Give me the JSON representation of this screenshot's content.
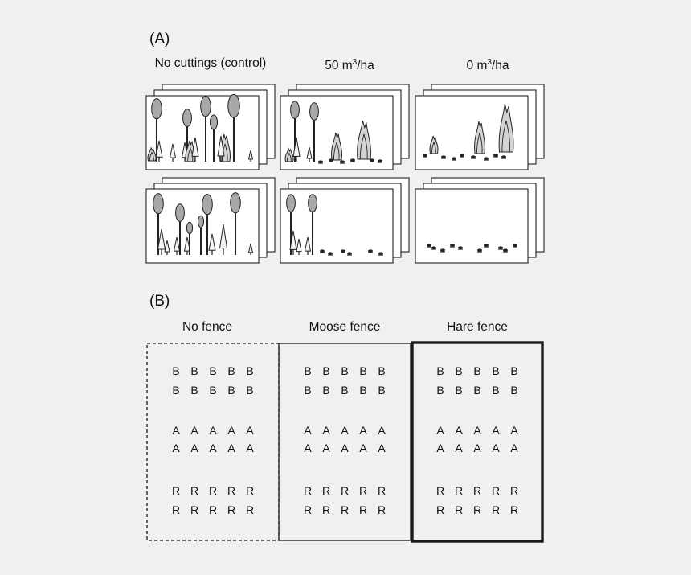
{
  "panel_a": {
    "label": "(A)",
    "columns": [
      {
        "title": "No cuttings (control)",
        "unit_sup": "",
        "unit_rest": ""
      },
      {
        "title": "50 m",
        "unit_sup": "3",
        "unit_rest": "/ha"
      },
      {
        "title": "0 m",
        "unit_sup": "3",
        "unit_rest": "/ha"
      }
    ]
  },
  "panel_b": {
    "label": "(B)",
    "columns": [
      {
        "title": "No fence",
        "border": "dashed"
      },
      {
        "title": "Moose fence",
        "border": "thin"
      },
      {
        "title": "Hare fence",
        "border": "thick"
      }
    ],
    "rows": [
      [
        "B",
        "B",
        "B",
        "B",
        "B"
      ],
      [
        "B",
        "B",
        "B",
        "B",
        "B"
      ],
      [
        "A",
        "A",
        "A",
        "A",
        "A"
      ],
      [
        "A",
        "A",
        "A",
        "A",
        "A"
      ],
      [
        "R",
        "R",
        "R",
        "R",
        "R"
      ],
      [
        "R",
        "R",
        "R",
        "R",
        "R"
      ]
    ]
  },
  "colors": {
    "background": "#f0f0f0",
    "tree_fill": "#a8a8a8",
    "sprout_fill": "#d4d4d4",
    "line": "#222222"
  }
}
